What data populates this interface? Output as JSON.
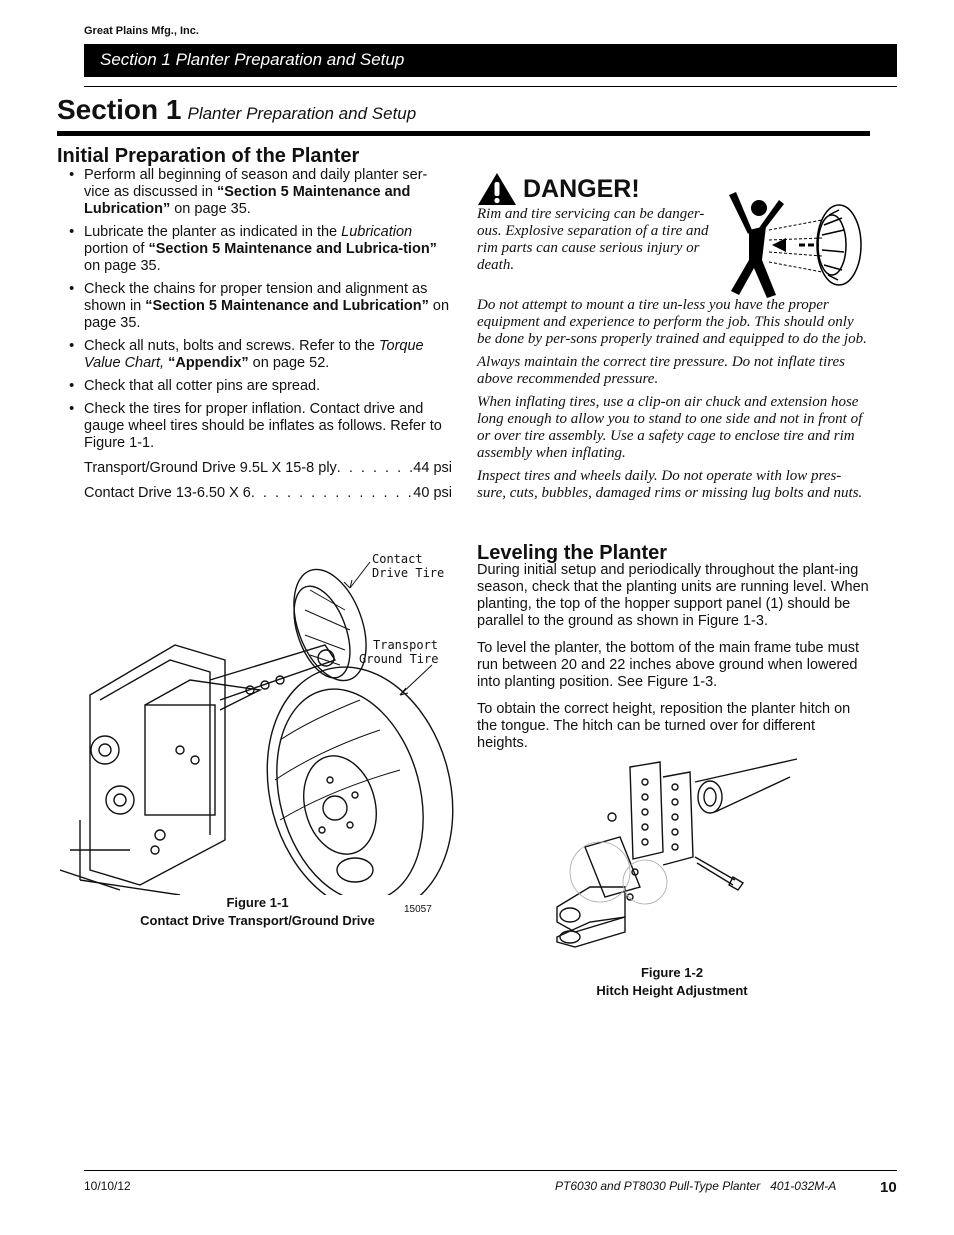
{
  "header": {
    "company": "Great Plains Mfg., Inc.",
    "section_bar": "Section 1 Planter Preparation and Setup"
  },
  "section_title": {
    "main": "Section 1",
    "sub": "Planter Preparation and Setup"
  },
  "initial_prep": {
    "heading": "Initial Preparation of the Planter",
    "bullets": [
      [
        "Perform all beginning of season and daily planter ser-vice as discussed in ",
        "“Section 5 Maintenance and Lubrication”",
        " on page 35."
      ],
      [
        "Lubricate the planter as indicated in the ",
        "Lubrication",
        " portion of ",
        "“Section 5 Maintenance and Lubrica-tion”",
        " on page 35."
      ],
      [
        "Check the chains for proper tension and alignment as shown in ",
        "“Section 5 Maintenance and Lubrication”",
        " on page 35."
      ],
      [
        "Check all nuts, bolts and screws. Refer to the ",
        "Torque Value Chart, ",
        "“Appendix”",
        " on page 52."
      ],
      [
        "Check that all cotter pins are spread."
      ],
      [
        "Check the tires for proper inflation. Contact drive and gauge wheel tires should be inflates as follows. Refer to Figure 1-1."
      ]
    ],
    "specs": [
      {
        "label": "Transport/Ground Drive 9.5L X 15-8 ply",
        "value": "44 psi"
      },
      {
        "label": "Contact Drive 13-6.50 X 6",
        "value": "40 psi"
      }
    ]
  },
  "figure1": {
    "callout_contact": [
      "Contact",
      "Drive Tire"
    ],
    "callout_transport": [
      "Transport",
      "Ground Tire"
    ],
    "number": "15057",
    "caption_line1": "Figure 1-1",
    "caption_line2": "Contact Drive Transport/Ground Drive"
  },
  "danger": {
    "title": "DANGER!",
    "p1": "Rim and tire servicing can be danger-ous. Explosive separation of a tire and rim parts can cause serious injury or death.",
    "p2": "Do not attempt to mount a tire un-less you have the proper equipment and experience to perform the job. This should only be done by per-sons properly trained and equipped to do the job.",
    "p3": "Always maintain the correct tire pressure. Do not inflate tires above recommended pressure.",
    "p4": "When inflating tires, use a clip-on air chuck and extension hose long enough to allow you to stand to one side and not in front of or over tire assembly. Use a safety cage to enclose tire and rim assembly when inflating.",
    "p5": "Inspect tires and wheels daily. Do not operate with low pres-sure, cuts, bubbles, damaged rims or missing lug bolts and nuts."
  },
  "leveling": {
    "heading": "Leveling the Planter",
    "p1": "During initial setup and periodically throughout the plant-ing season, check that the planting units are running level. When planting, the top of the hopper support panel (1) should be parallel to the ground as shown in Figure 1-3.",
    "p2": "To level the planter, the bottom of the main frame tube must run between 20 and 22 inches above ground when lowered into planting position. See Figure 1-3.",
    "p3": "To obtain the correct height, reposition the planter hitch on the tongue. The hitch can be turned over for different heights."
  },
  "figure2": {
    "caption_line1": "Figure 1-2",
    "caption_line2": "Hitch Height Adjustment"
  },
  "footer": {
    "date": "10/10/12",
    "title": "PT6030 and PT8030 Pull-Type Planter   401-032M-A",
    "page": "10"
  }
}
